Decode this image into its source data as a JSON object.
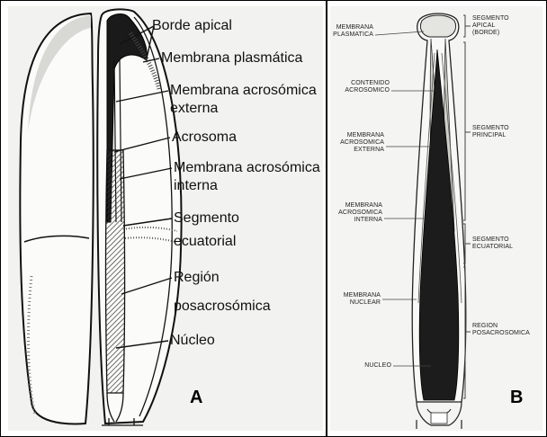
{
  "panel_a": {
    "letter": "A",
    "labels": {
      "borde_apical": "Borde apical",
      "membrana_plasmatica": "Membrana plasmática",
      "membrana_acrosomica_externa_1": "Membrana acrosómica",
      "membrana_acrosomica_externa_2": "externa",
      "acrosoma": "Acrosoma",
      "membrana_acrosomica_interna_1": "Membrana acrosómica",
      "membrana_acrosomica_interna_2": "interna",
      "segmento_ecuatorial_1": "Segmento",
      "segmento_ecuatorial_2": "ecuatorial",
      "region_posacrosomica_1": "Región",
      "region_posacrosomica_2": "posacrosómica",
      "nucleo": "Núcleo"
    }
  },
  "panel_b": {
    "letter": "B",
    "left_labels": {
      "membrana_plasmatica": "MEMBRANA\nPLASMATICA",
      "contenido_acrosomico": "CONTENIDO\nACROSOMICO",
      "membrana_acrosomica_externa": "MEMBRANA\nACROSOMICA\nEXTERNA",
      "membrana_acrosomica_interna": "MEMBRANA\nACROSOMICA\nINTERNA",
      "membrana_nuclear": "MEMBRANA\nNUCLEAR",
      "nucleo": "NUCLEO"
    },
    "right_labels": {
      "segmento_apical": "SEGMENTO\nAPICAL\n(BORDE)",
      "segmento_principal": "SEGMENTO\nPRINCIPAL",
      "segmento_ecuatorial": "SEGMENTO\nECUATORIAL",
      "region_posacrosomica": "REGION\nPOSACROSOMICA"
    }
  }
}
